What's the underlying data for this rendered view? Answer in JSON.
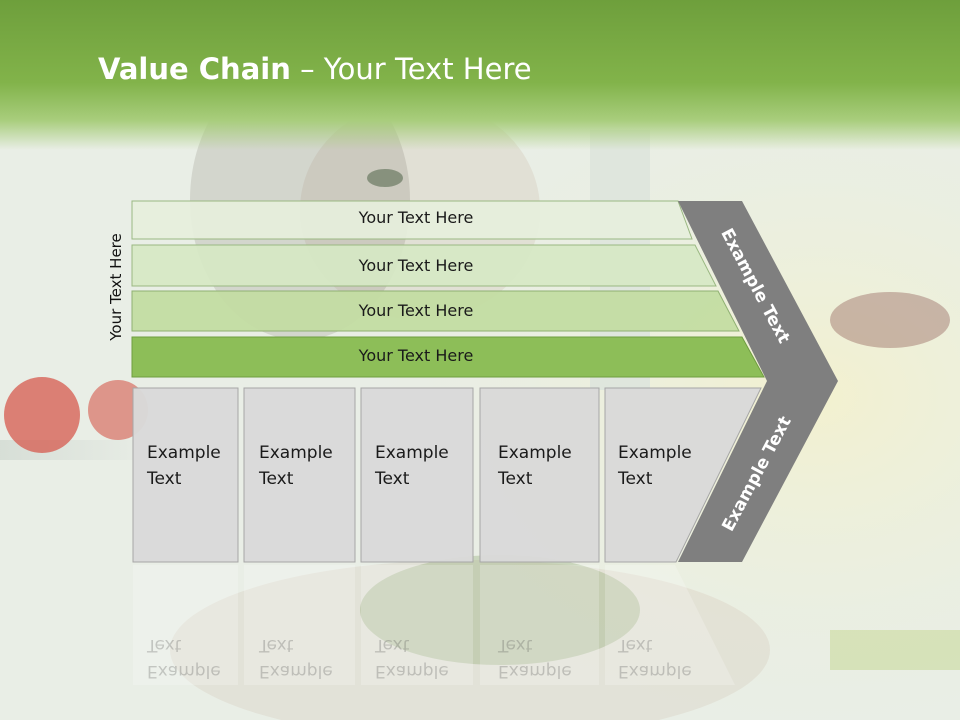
{
  "title": {
    "bold": "Value Chain",
    "rest": " – Your Text Here"
  },
  "side_label": "Your Text Here",
  "bars": [
    {
      "label": "Your Text Here"
    },
    {
      "label": "Your Text Here"
    },
    {
      "label": "Your Text Here"
    },
    {
      "label": "Your Text Here"
    }
  ],
  "cells": [
    {
      "line1": "Example",
      "line2": "Text"
    },
    {
      "line1": "Example",
      "line2": "Text"
    },
    {
      "line1": "Example",
      "line2": "Text"
    },
    {
      "line1": "Example",
      "line2": "Text"
    },
    {
      "line1": "Example",
      "line2": "Text"
    }
  ],
  "chevron": {
    "upper": "Example Text",
    "lower": "Example Text"
  },
  "colors": {
    "header": "#7aad45",
    "bar1": "#e6efdc",
    "bar2": "#d6e8c4",
    "bar3": "#c3dca2",
    "bar4": "#8dbe58",
    "cell": "#d9d9d9",
    "chevron": "#7f7f7f"
  }
}
